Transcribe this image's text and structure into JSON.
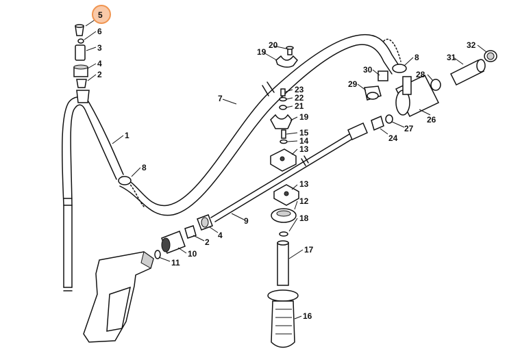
{
  "highlight": {
    "label": "5",
    "fill": "#f9c9a8",
    "stroke": "#f0944f"
  },
  "callouts": {
    "c6": "6",
    "c3": "3",
    "c4a": "4",
    "c2a": "2",
    "c1": "1",
    "c8a": "8",
    "c7": "7",
    "c20": "20",
    "c19a": "19",
    "c23": "23",
    "c22": "22",
    "c21": "21",
    "c19b": "19",
    "c15": "15",
    "c14": "14",
    "c13a": "13",
    "c8b": "8",
    "c31": "31",
    "c32": "32",
    "c30": "30",
    "c28": "28",
    "c29": "29",
    "c26": "26",
    "c27": "27",
    "c24": "24",
    "c9": "9",
    "c13b": "13",
    "c12": "12",
    "c18": "18",
    "c17": "17",
    "c16": "16",
    "c2b": "2",
    "c4b": "4",
    "c10": "10",
    "c11": "11"
  }
}
